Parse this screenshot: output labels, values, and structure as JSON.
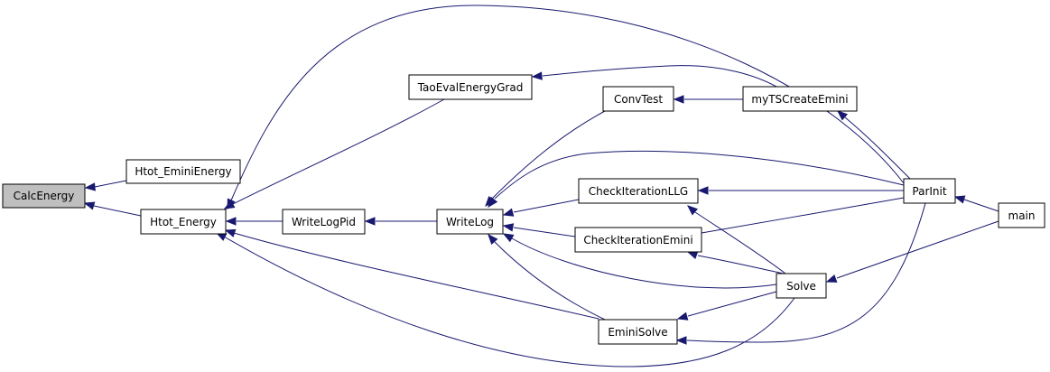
{
  "nodes": {
    "calc_energy": "CalcEnergy",
    "htot_emini_energy": "Htot_EminiEnergy",
    "htot_energy": "Htot_Energy",
    "tao_eval_energy_grad": "TaoEvalEnergyGrad",
    "write_log_pid": "WriteLogPid",
    "write_log": "WriteLog",
    "conv_test": "ConvTest",
    "check_iteration_llg": "CheckIterationLLG",
    "check_iteration_emini": "CheckIterationEmini",
    "emini_solve": "EminiSolve",
    "my_ts_create_emini": "myTSCreateEmini",
    "par_init": "ParInit",
    "solve": "Solve",
    "main": "main"
  },
  "edges": [
    [
      "htot_emini_energy",
      "calc_energy"
    ],
    [
      "htot_energy",
      "calc_energy"
    ],
    [
      "tao_eval_energy_grad",
      "htot_energy"
    ],
    [
      "write_log_pid",
      "htot_energy"
    ],
    [
      "emini_solve",
      "htot_energy"
    ],
    [
      "par_init",
      "htot_energy"
    ],
    [
      "solve",
      "htot_energy"
    ],
    [
      "write_log",
      "write_log_pid"
    ],
    [
      "conv_test",
      "write_log"
    ],
    [
      "check_iteration_llg",
      "write_log"
    ],
    [
      "check_iteration_emini",
      "write_log"
    ],
    [
      "emini_solve",
      "write_log"
    ],
    [
      "par_init",
      "write_log"
    ],
    [
      "solve",
      "write_log"
    ],
    [
      "my_ts_create_emini",
      "tao_eval_energy_grad"
    ],
    [
      "my_ts_create_emini",
      "conv_test"
    ],
    [
      "par_init",
      "my_ts_create_emini"
    ],
    [
      "par_init",
      "check_iteration_llg"
    ],
    [
      "par_init",
      "check_iteration_emini"
    ],
    [
      "solve",
      "check_iteration_llg"
    ],
    [
      "solve",
      "check_iteration_emini"
    ],
    [
      "solve",
      "emini_solve"
    ],
    [
      "par_init",
      "emini_solve"
    ],
    [
      "main",
      "par_init"
    ],
    [
      "main",
      "solve"
    ]
  ],
  "colors": {
    "edge": "#191970",
    "highlighted_node_fill": "#bfbfbf",
    "node_fill": "#ffffff"
  },
  "highlighted_node": "calc_energy"
}
